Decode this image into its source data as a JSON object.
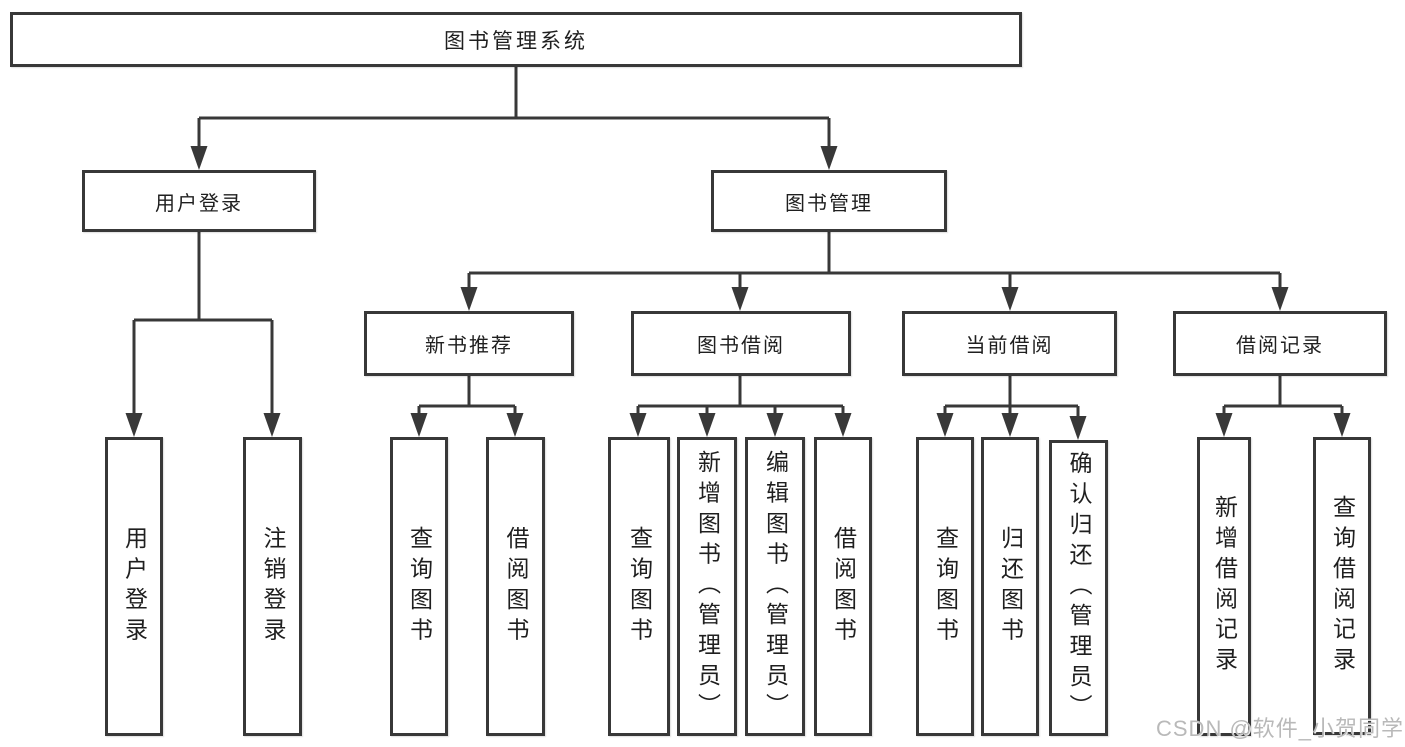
{
  "tree": {
    "root": {
      "label": "图书管理系统"
    },
    "branches": [
      {
        "label": "用户登录",
        "children": [
          {
            "label": "用户登录"
          },
          {
            "label": "注销登录"
          }
        ]
      },
      {
        "label": "图书管理",
        "children": [
          {
            "label": "新书推荐",
            "children": [
              {
                "label": "查询图书"
              },
              {
                "label": "借阅图书"
              }
            ]
          },
          {
            "label": "图书借阅",
            "children": [
              {
                "label": "查询图书"
              },
              {
                "label": "新增图书（管理员）"
              },
              {
                "label": "编辑图书（管理员）"
              },
              {
                "label": "借阅图书"
              }
            ]
          },
          {
            "label": "当前借阅",
            "children": [
              {
                "label": "查询图书"
              },
              {
                "label": "归还图书"
              },
              {
                "label": "确认归还（管理员）"
              }
            ]
          },
          {
            "label": "借阅记录",
            "children": [
              {
                "label": "新增借阅记录"
              },
              {
                "label": "查询借阅记录"
              }
            ]
          }
        ]
      }
    ]
  },
  "watermark": "CSDN @软件_小贺同学",
  "colors": {
    "line": "#383838",
    "text": "#1f1f1f",
    "watermark": "#b9b9b9",
    "background": "#ffffff"
  }
}
